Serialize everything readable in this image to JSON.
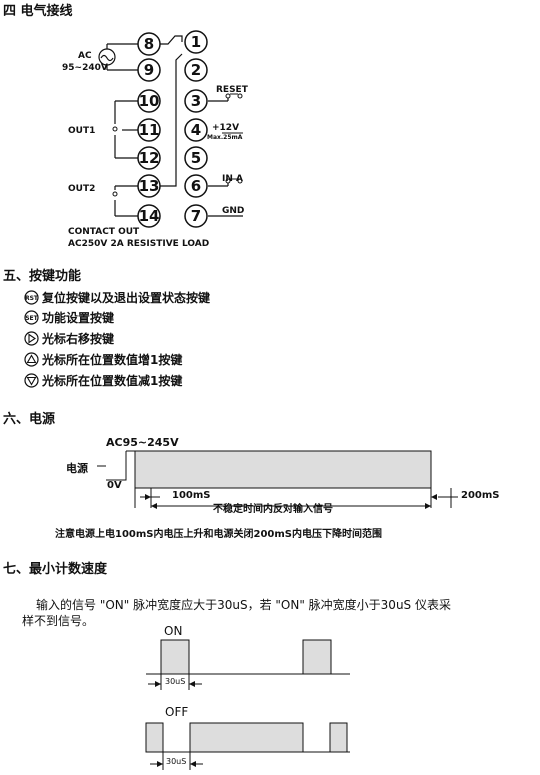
{
  "sec4": {
    "title": "四  电气接线",
    "ac": "AC",
    "ac_range": "95~240V",
    "terminals": [
      "1",
      "2",
      "3",
      "4",
      "5",
      "6",
      "7",
      "8",
      "9",
      "10",
      "11",
      "12",
      "13",
      "14"
    ],
    "reset": "RESET",
    "plus12": "+12V",
    "max": "Max.25mA",
    "ina": "IN A",
    "gnd": "GND",
    "out1": "OUT1",
    "out2": "OUT2",
    "contact1": "CONTACT OUT",
    "contact2": "AC250V 2A  RESISTIVE LOAD"
  },
  "sec5": {
    "title": "五、按键功能",
    "keys": [
      {
        "icon": "RST",
        "text": "复位按键以及退出设置状态按键"
      },
      {
        "icon": "SET",
        "text": "功能设置按键"
      },
      {
        "icon": "right-triangle",
        "text": "光标右移按键"
      },
      {
        "icon": "up-triangle",
        "text": "光标所在位置数值增1按键"
      },
      {
        "icon": "down-triangle",
        "text": "光标所在位置数值减1按键"
      }
    ]
  },
  "sec6": {
    "title": "六、电源",
    "power_label": "电源",
    "ac_label": "AC95~245V",
    "zero": "0V",
    "t100": "100mS",
    "unstable": "不稳定时间内反对输入信号",
    "t200": "200mS",
    "note": "注意电源上电100mS内电压上升和电源关闭200mS内电压下降时间范围"
  },
  "sec7": {
    "title": "七、最小计数速度",
    "desc1": "输入的信号 \"ON\" 脉冲宽度应大于30uS，若 \"ON\" 脉冲宽度小于30uS 仪表采",
    "desc2": "样不到信号。",
    "on": "ON",
    "off": "OFF",
    "w30a": "30uS",
    "w30b": "30uS"
  }
}
